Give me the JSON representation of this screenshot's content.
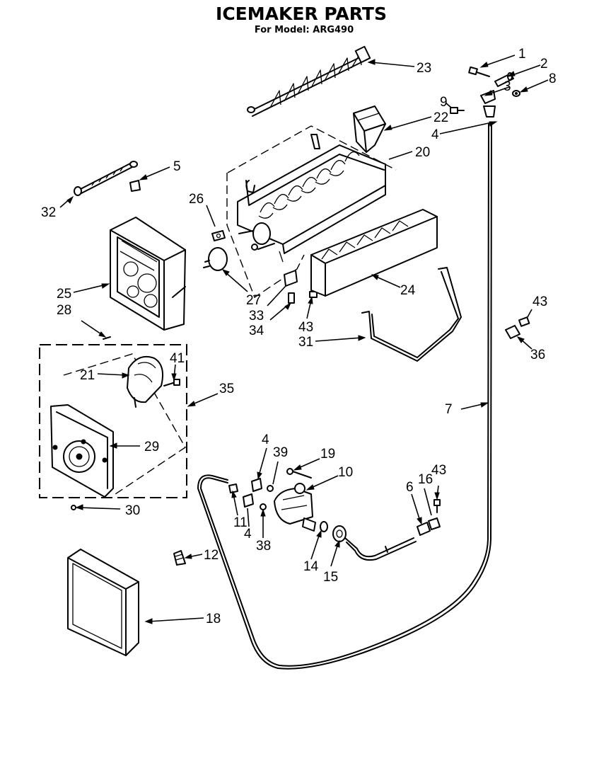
{
  "title": "ICEMAKER PARTS",
  "subtitle": "For Model: ARG490",
  "callouts": [
    "1",
    "2",
    "3",
    "8",
    "9",
    "22",
    "23",
    "4",
    "20",
    "5",
    "32",
    "26",
    "25",
    "28",
    "27",
    "33",
    "34",
    "43",
    "24",
    "31",
    "21",
    "41",
    "35",
    "29",
    "30",
    "43",
    "36",
    "7",
    "4",
    "39",
    "19",
    "10",
    "11",
    "4",
    "38",
    "14",
    "15",
    "6",
    "16",
    "43",
    "12",
    "18"
  ]
}
